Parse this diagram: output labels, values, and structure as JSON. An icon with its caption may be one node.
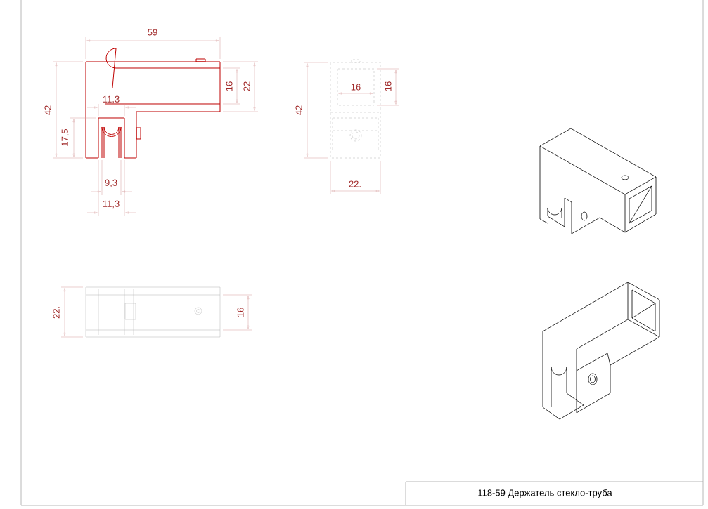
{
  "diagram": {
    "title": "118-59 Держатель стекло-труба",
    "labels": [
      "59",
      "42",
      "16",
      "22",
      "11,3",
      "17,5",
      "9,3",
      "11,3",
      "42",
      "16",
      "16",
      "22.",
      "22.",
      "16"
    ]
  }
}
